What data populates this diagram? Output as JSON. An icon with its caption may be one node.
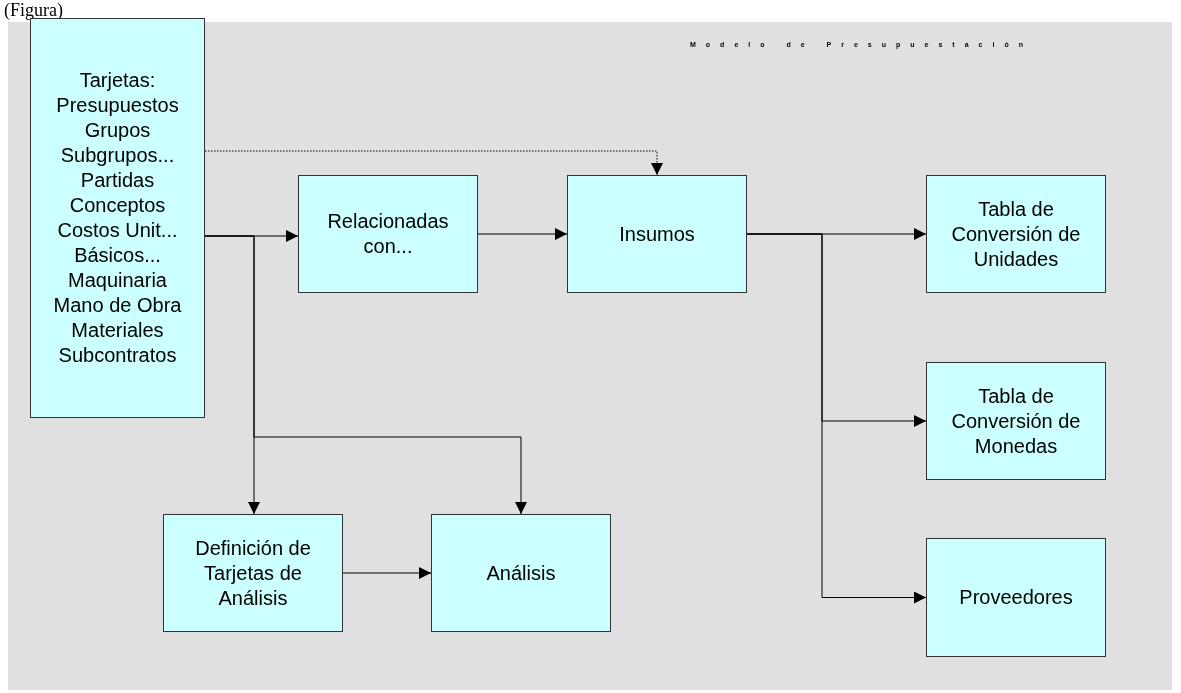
{
  "diagram": {
    "title": "Modelo de Presupuestación",
    "nodes": [
      {
        "text": [
          "Tarjetas:",
          "Presupuestos",
          "Grupos",
          "Subgrupos...",
          "Partidas",
          "Conceptos",
          "Costos Unit...",
          "Básicos...",
          "Maquinaria",
          "Mano de Obra",
          "Materiales",
          "Subcontratos"
        ]
      },
      {
        "text": [
          "Relacionadas con..."
        ]
      },
      {
        "text": [
          "Insumos"
        ]
      },
      {
        "text": [
          "Tabla de Conversión de Unidades"
        ]
      },
      {
        "text": [
          "Tabla de Conversión de Monedas"
        ]
      },
      {
        "text": [
          "Proveedores"
        ]
      },
      {
        "text": [
          "Definición de Tarjetas de Análisis"
        ]
      },
      {
        "text": [
          "Análisis"
        ]
      }
    ],
    "edges": [
      {
        "from": 0,
        "to": 1,
        "arrow": "to"
      },
      {
        "from": 0,
        "to": 6,
        "arrow": "to"
      },
      {
        "from": 0,
        "to": 7,
        "arrow": "to"
      },
      {
        "from": 0,
        "to": 2,
        "arrow": "to",
        "style": "dashed"
      },
      {
        "from": 1,
        "to": 2,
        "arrow": "to"
      },
      {
        "from": 2,
        "to": 3,
        "arrow": "to"
      },
      {
        "from": 2,
        "to": 4,
        "arrow": "to"
      },
      {
        "from": 2,
        "to": 5,
        "arrow": "to"
      },
      {
        "from": 6,
        "to": 7,
        "arrow": "to"
      }
    ],
    "labels": [
      "(Figura)"
    ]
  }
}
